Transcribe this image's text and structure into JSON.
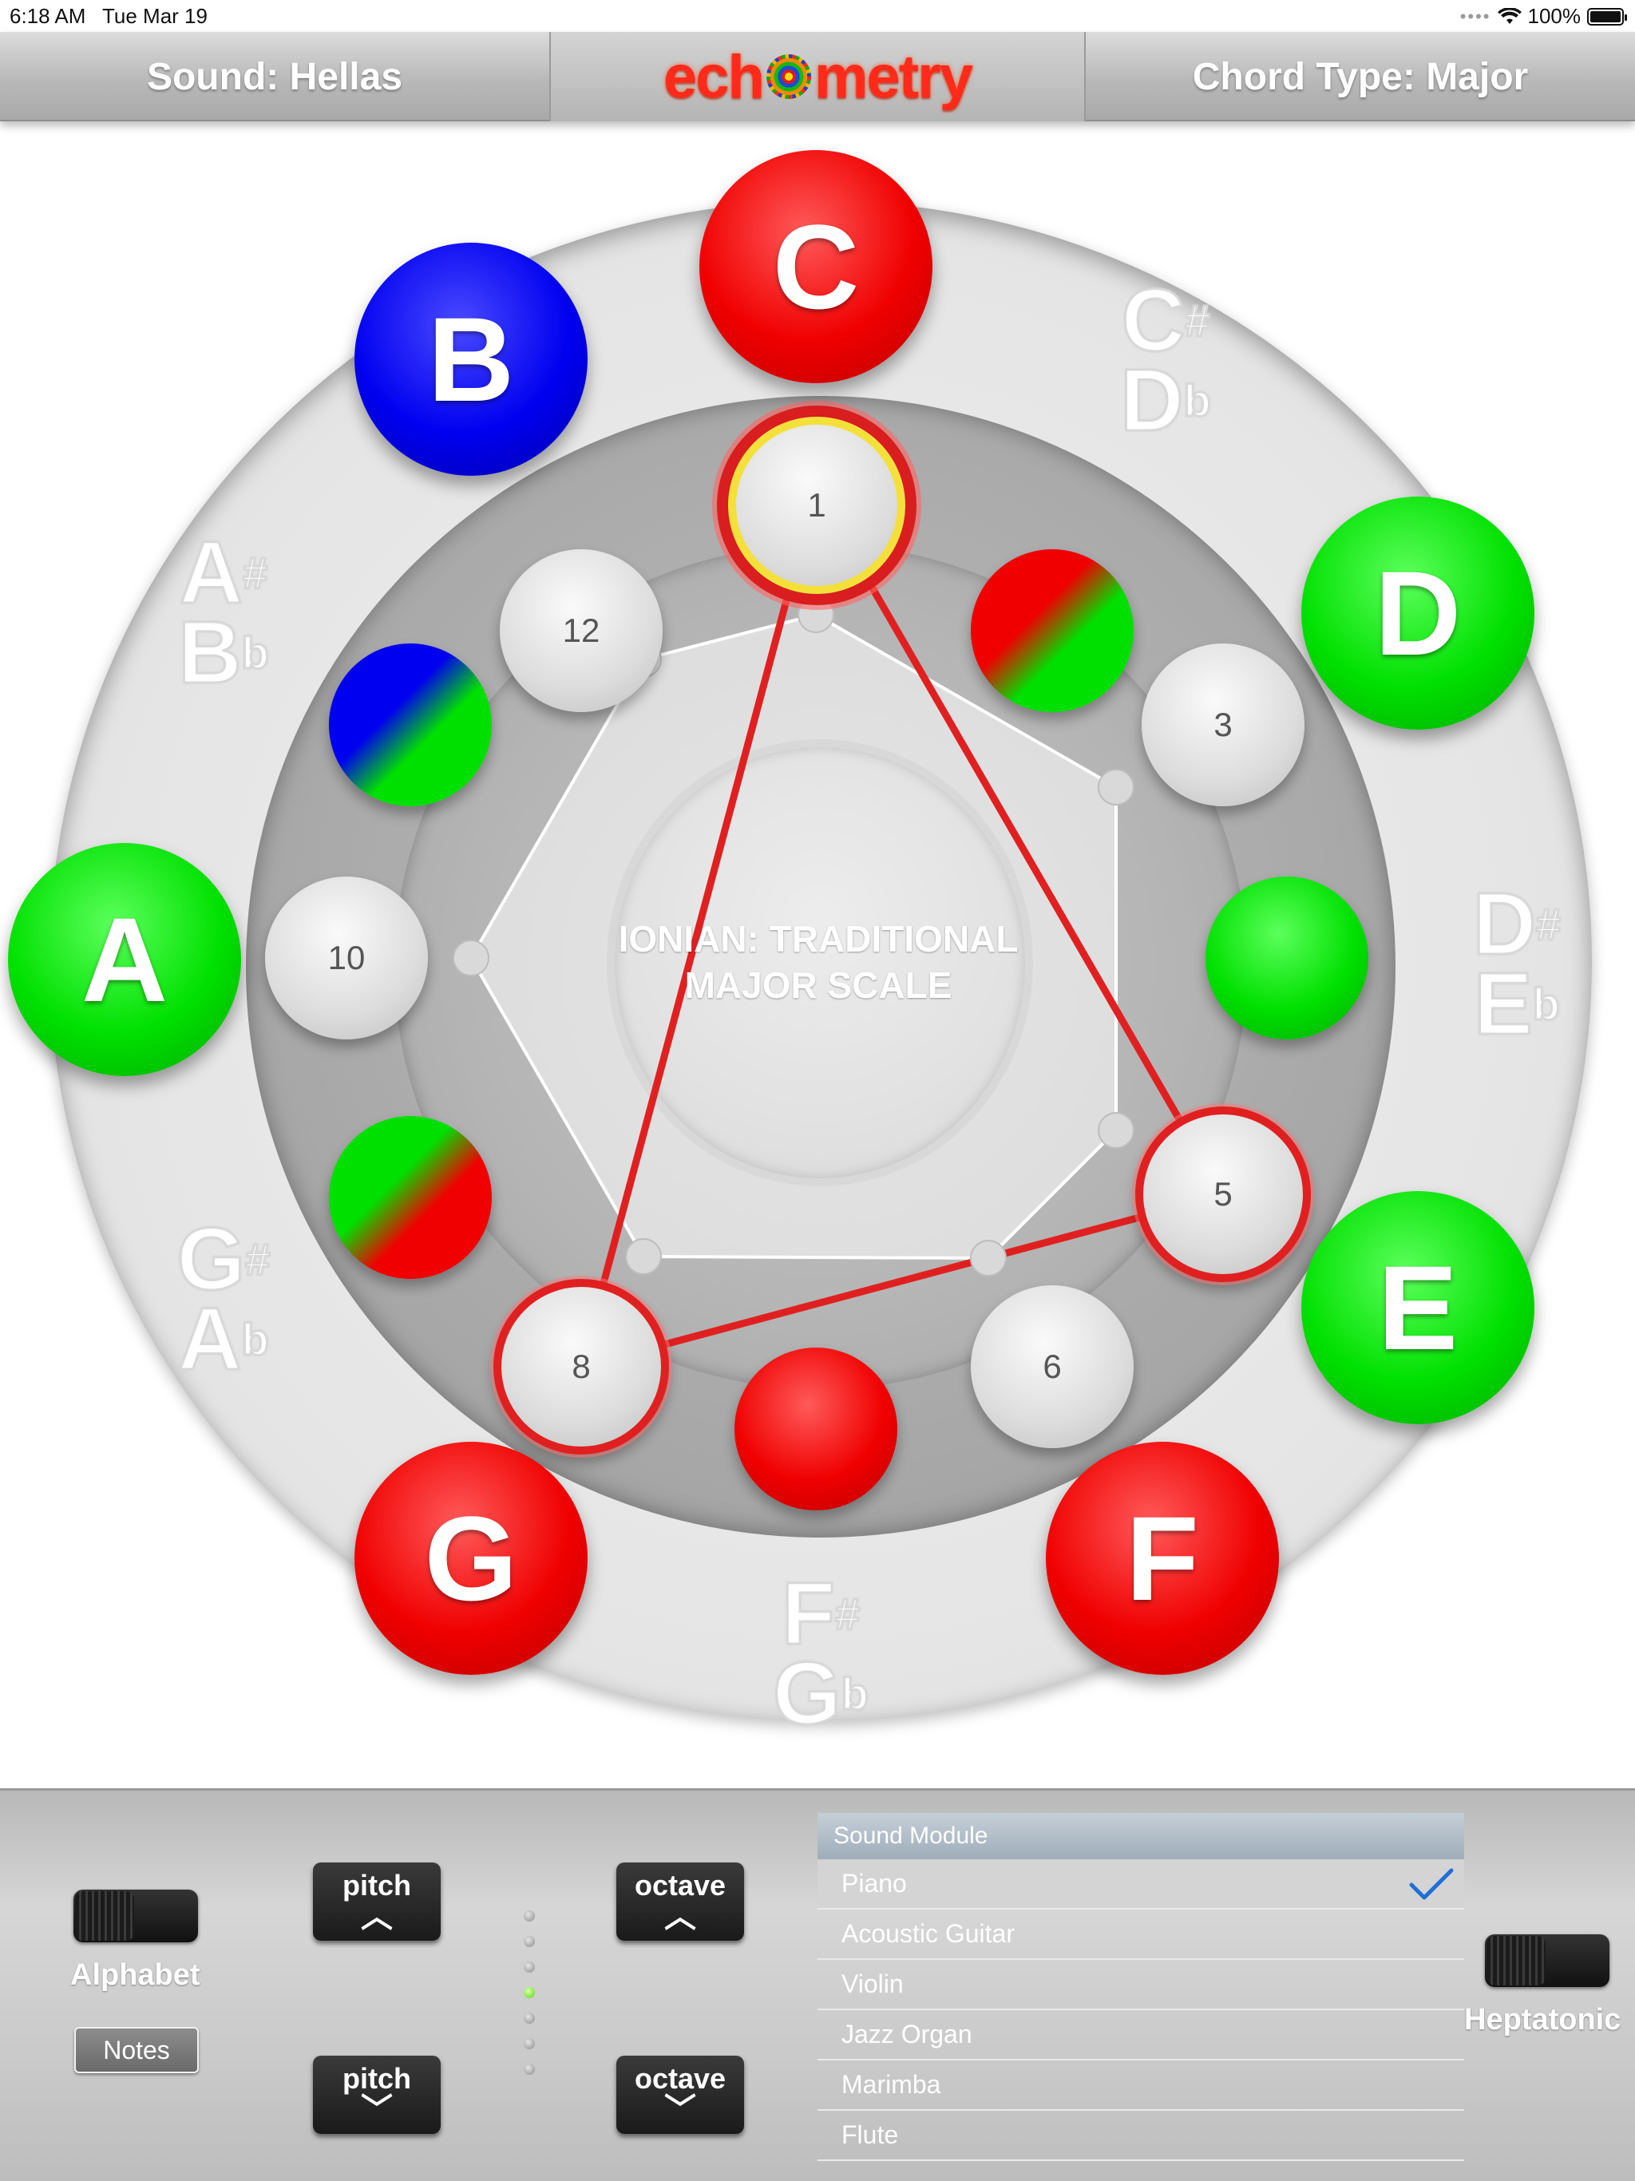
{
  "status_bar": {
    "time": "6:18 AM",
    "date": "Tue Mar 19",
    "battery": "100%"
  },
  "header": {
    "sound_label": "Sound: Hellas",
    "logo_left": "ech",
    "logo_right": "metry",
    "chord_label": "Chord Type: Major"
  },
  "wheel": {
    "mode_title_line1": "IONIAN: TRADITIONAL",
    "mode_title_line2": "MAJOR SCALE",
    "notes": [
      "C",
      "D",
      "E",
      "F",
      "G",
      "A",
      "B"
    ],
    "accidentals": {
      "cs": [
        "C",
        "#",
        "D",
        "b"
      ],
      "ds": [
        "D",
        "#",
        "E",
        "b"
      ],
      "fs": [
        "F",
        "#",
        "G",
        "b"
      ],
      "gs": [
        "G",
        "#",
        "A",
        "b"
      ],
      "as": [
        "A",
        "#",
        "B",
        "b"
      ]
    },
    "degrees": [
      "1",
      "3",
      "5",
      "6",
      "8",
      "10",
      "12"
    ],
    "colors": {
      "red": "#f00000",
      "green": "#00e000",
      "blue": "#0000f0",
      "chord_line": "#e02020"
    }
  },
  "panel": {
    "alphabet_label": "Alphabet",
    "notes_button": "Notes",
    "pitch_label": "pitch",
    "octave_label": "octave",
    "heptatonic_label": "Heptatonic",
    "sound_module": {
      "header": "Sound Module",
      "options": [
        "Piano",
        "Acoustic Guitar",
        "Violin",
        "Jazz Organ",
        "Marimba",
        "Flute"
      ],
      "selected": "Piano"
    }
  }
}
